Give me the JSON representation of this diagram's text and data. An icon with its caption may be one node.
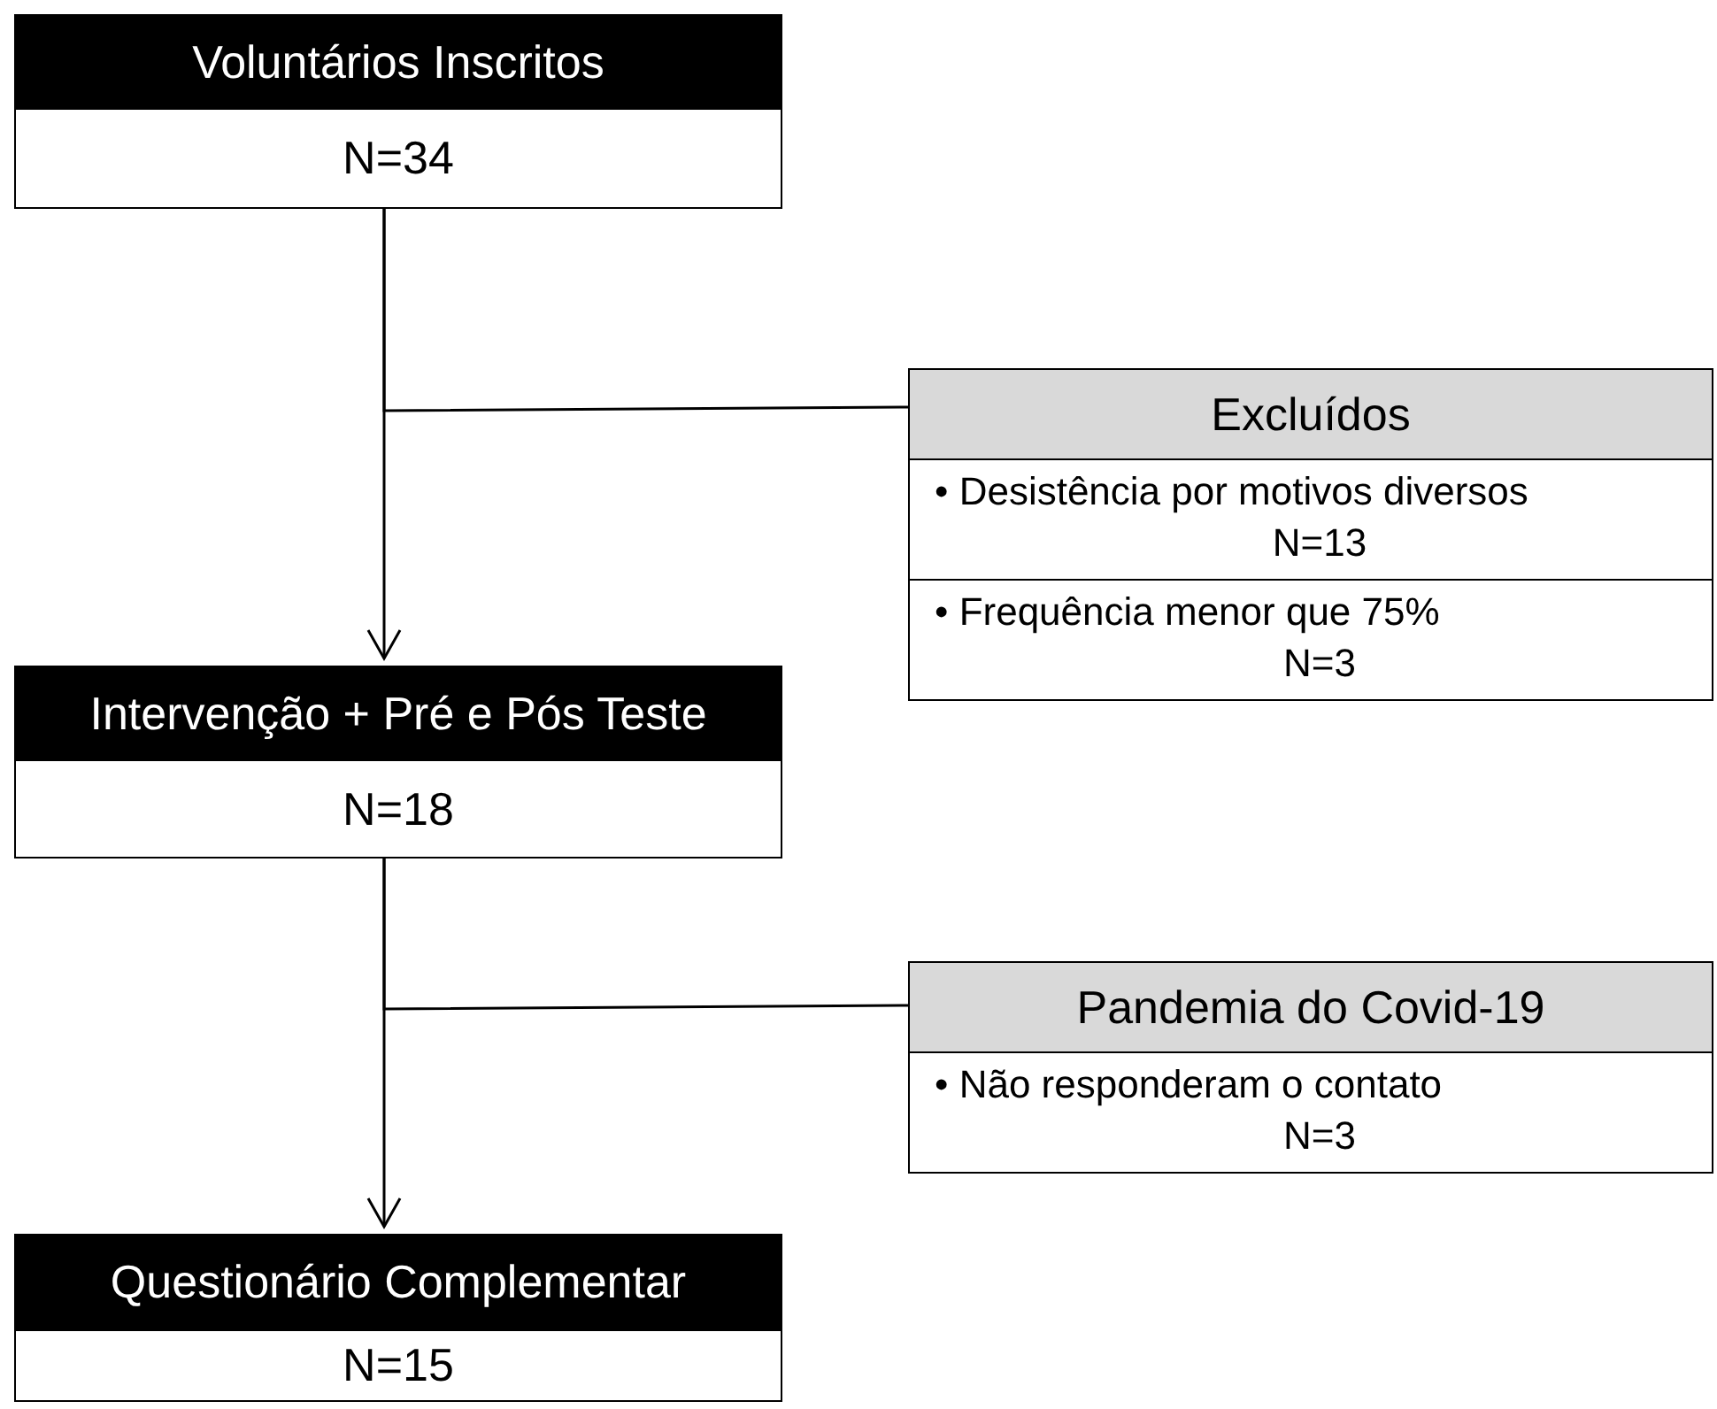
{
  "diagram": {
    "nodes": [
      {
        "text": [
          "Voluntários Inscritos",
          "N=34"
        ]
      },
      {
        "text": [
          "Excluídos",
          "• Desistência por motivos diversos",
          "N=13",
          "• Frequência menor que 75%",
          "N=3"
        ]
      },
      {
        "text": [
          "Intervenção + Pré e Pós Teste",
          "N=18"
        ]
      },
      {
        "text": [
          "Pandemia do Covid-19",
          "• Não responderam o contato",
          "N=3"
        ]
      },
      {
        "text": [
          "Questionário Complementar",
          "N=15"
        ]
      }
    ],
    "edges": [
      {
        "from": 0,
        "to": 2,
        "arrow": "to"
      },
      {
        "from": 0,
        "to": 1,
        "arrow": "none"
      },
      {
        "from": 2,
        "to": 4,
        "arrow": "to"
      },
      {
        "from": 2,
        "to": 3,
        "arrow": "none"
      }
    ]
  }
}
